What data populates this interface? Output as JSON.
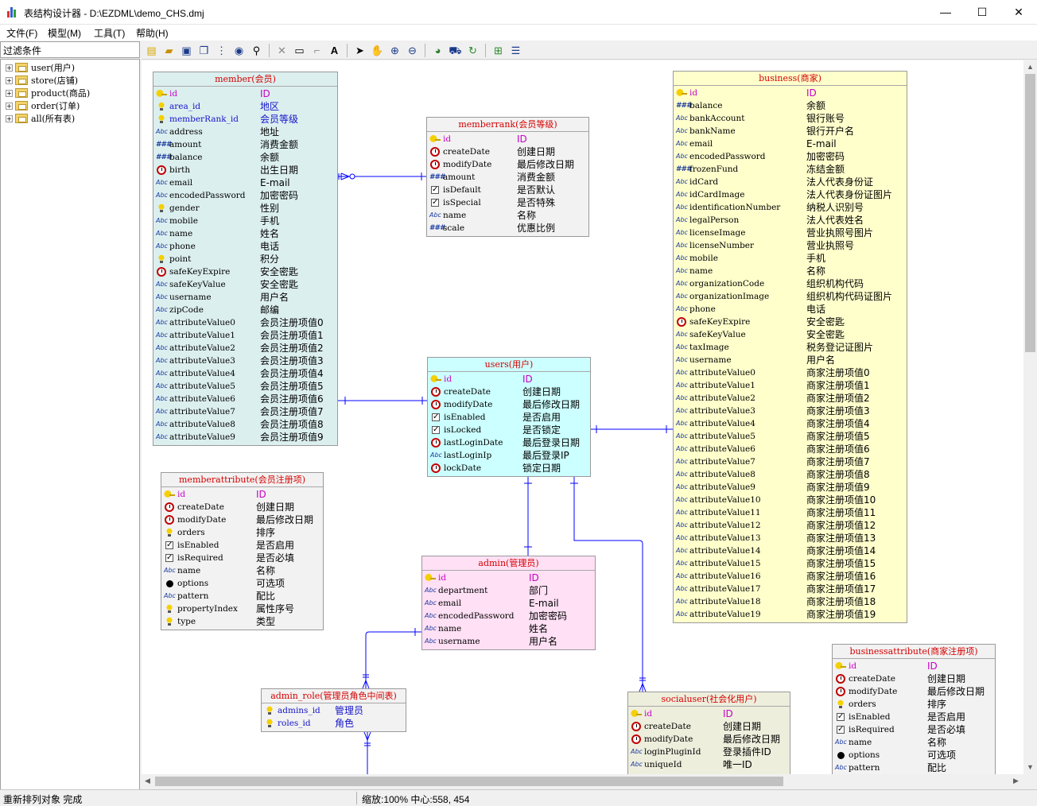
{
  "window": {
    "title": "表结构设计器 - D:\\EZDML\\demo_CHS.dmj"
  },
  "menu": [
    "文件(F)",
    "模型(M)",
    "工具(T)",
    "帮助(H)"
  ],
  "filter_label": "过滤条件",
  "tree": [
    "user(用户)",
    "store(店铺)",
    "product(商品)",
    "order(订单)",
    "all(所有表)"
  ],
  "status": {
    "left": "重新排列对象 完成",
    "right": "缩放:100% 中心:558, 454"
  },
  "colors": {
    "member": "#dcefef",
    "memberrank": "#f2f2f2",
    "users": "#ccffff",
    "business": "#ffffcc",
    "memberattribute": "#f2f2f2",
    "admin": "#ffe0f5",
    "admin_role": "#f2f2f2",
    "socialuser": "#eeeedd",
    "businessattribute": "#f2f2f2",
    "title_text": "#d40000",
    "pk_text": "#c800c8",
    "fk_text": "#1414c8",
    "link": "#0000ff"
  },
  "entities": {
    "member": {
      "title": "member(会员)",
      "fields": [
        {
          "n": "id",
          "c": "ID",
          "t": "pk"
        },
        {
          "n": "area_id",
          "c": "地区",
          "t": "fk"
        },
        {
          "n": "memberRank_id",
          "c": "会员等级",
          "t": "fk"
        },
        {
          "n": "address",
          "c": "地址",
          "t": "abc"
        },
        {
          "n": "amount",
          "c": "消费金额",
          "t": "num"
        },
        {
          "n": "balance",
          "c": "余额",
          "t": "num"
        },
        {
          "n": "birth",
          "c": "出生日期",
          "t": "date"
        },
        {
          "n": "email",
          "c": "E-mail",
          "t": "abc"
        },
        {
          "n": "encodedPassword",
          "c": "加密密码",
          "t": "abc"
        },
        {
          "n": "gender",
          "c": "性别",
          "t": "bulb"
        },
        {
          "n": "mobile",
          "c": "手机",
          "t": "abc"
        },
        {
          "n": "name",
          "c": "姓名",
          "t": "abc"
        },
        {
          "n": "phone",
          "c": "电话",
          "t": "abc"
        },
        {
          "n": "point",
          "c": "积分",
          "t": "bulb"
        },
        {
          "n": "safeKeyExpire",
          "c": "安全密匙",
          "t": "date"
        },
        {
          "n": "safeKeyValue",
          "c": "安全密匙",
          "t": "abc"
        },
        {
          "n": "username",
          "c": "用户名",
          "t": "abc"
        },
        {
          "n": "zipCode",
          "c": "邮编",
          "t": "abc"
        },
        {
          "n": "attributeValue0",
          "c": "会员注册项值0",
          "t": "abc"
        },
        {
          "n": "attributeValue1",
          "c": "会员注册项值1",
          "t": "abc"
        },
        {
          "n": "attributeValue2",
          "c": "会员注册项值2",
          "t": "abc"
        },
        {
          "n": "attributeValue3",
          "c": "会员注册项值3",
          "t": "abc"
        },
        {
          "n": "attributeValue4",
          "c": "会员注册项值4",
          "t": "abc"
        },
        {
          "n": "attributeValue5",
          "c": "会员注册项值5",
          "t": "abc"
        },
        {
          "n": "attributeValue6",
          "c": "会员注册项值6",
          "t": "abc"
        },
        {
          "n": "attributeValue7",
          "c": "会员注册项值7",
          "t": "abc"
        },
        {
          "n": "attributeValue8",
          "c": "会员注册项值8",
          "t": "abc"
        },
        {
          "n": "attributeValue9",
          "c": "会员注册项值9",
          "t": "abc"
        }
      ]
    },
    "memberrank": {
      "title": "memberrank(会员等级)",
      "fields": [
        {
          "n": "id",
          "c": "ID",
          "t": "pk"
        },
        {
          "n": "createDate",
          "c": "创建日期",
          "t": "date"
        },
        {
          "n": "modifyDate",
          "c": "最后修改日期",
          "t": "date"
        },
        {
          "n": "amount",
          "c": "消费金额",
          "t": "num"
        },
        {
          "n": "isDefault",
          "c": "是否默认",
          "t": "bool"
        },
        {
          "n": "isSpecial",
          "c": "是否特殊",
          "t": "bool"
        },
        {
          "n": "name",
          "c": "名称",
          "t": "abc"
        },
        {
          "n": "scale",
          "c": "优惠比例",
          "t": "num"
        }
      ]
    },
    "users": {
      "title": "users(用户)",
      "fields": [
        {
          "n": "id",
          "c": "ID",
          "t": "pk"
        },
        {
          "n": "createDate",
          "c": "创建日期",
          "t": "date"
        },
        {
          "n": "modifyDate",
          "c": "最后修改日期",
          "t": "date"
        },
        {
          "n": "isEnabled",
          "c": "是否启用",
          "t": "bool"
        },
        {
          "n": "isLocked",
          "c": "是否锁定",
          "t": "bool"
        },
        {
          "n": "lastLoginDate",
          "c": "最后登录日期",
          "t": "date"
        },
        {
          "n": "lastLoginIp",
          "c": "最后登录IP",
          "t": "abc"
        },
        {
          "n": "lockDate",
          "c": "锁定日期",
          "t": "date"
        }
      ]
    },
    "business": {
      "title": "business(商家)",
      "fields": [
        {
          "n": "id",
          "c": "ID",
          "t": "pk"
        },
        {
          "n": "balance",
          "c": "余额",
          "t": "num"
        },
        {
          "n": "bankAccount",
          "c": "银行账号",
          "t": "abc"
        },
        {
          "n": "bankName",
          "c": "银行开户名",
          "t": "abc"
        },
        {
          "n": "email",
          "c": "E-mail",
          "t": "abc"
        },
        {
          "n": "encodedPassword",
          "c": "加密密码",
          "t": "abc"
        },
        {
          "n": "frozenFund",
          "c": "冻结金额",
          "t": "num"
        },
        {
          "n": "idCard",
          "c": "法人代表身份证",
          "t": "abc"
        },
        {
          "n": "idCardImage",
          "c": "法人代表身份证图片",
          "t": "abc"
        },
        {
          "n": "identificationNumber",
          "c": "纳税人识别号",
          "t": "abc"
        },
        {
          "n": "legalPerson",
          "c": "法人代表姓名",
          "t": "abc"
        },
        {
          "n": "licenseImage",
          "c": "营业执照号图片",
          "t": "abc"
        },
        {
          "n": "licenseNumber",
          "c": "营业执照号",
          "t": "abc"
        },
        {
          "n": "mobile",
          "c": "手机",
          "t": "abc"
        },
        {
          "n": "name",
          "c": "名称",
          "t": "abc"
        },
        {
          "n": "organizationCode",
          "c": "组织机构代码",
          "t": "abc"
        },
        {
          "n": "organizationImage",
          "c": "组织机构代码证图片",
          "t": "abc"
        },
        {
          "n": "phone",
          "c": "电话",
          "t": "abc"
        },
        {
          "n": "safeKeyExpire",
          "c": "安全密匙",
          "t": "date"
        },
        {
          "n": "safeKeyValue",
          "c": "安全密匙",
          "t": "abc"
        },
        {
          "n": "taxImage",
          "c": "税务登记证图片",
          "t": "abc"
        },
        {
          "n": "username",
          "c": "用户名",
          "t": "abc"
        },
        {
          "n": "attributeValue0",
          "c": "商家注册项值0",
          "t": "abc"
        },
        {
          "n": "attributeValue1",
          "c": "商家注册项值1",
          "t": "abc"
        },
        {
          "n": "attributeValue2",
          "c": "商家注册项值2",
          "t": "abc"
        },
        {
          "n": "attributeValue3",
          "c": "商家注册项值3",
          "t": "abc"
        },
        {
          "n": "attributeValue4",
          "c": "商家注册项值4",
          "t": "abc"
        },
        {
          "n": "attributeValue5",
          "c": "商家注册项值5",
          "t": "abc"
        },
        {
          "n": "attributeValue6",
          "c": "商家注册项值6",
          "t": "abc"
        },
        {
          "n": "attributeValue7",
          "c": "商家注册项值7",
          "t": "abc"
        },
        {
          "n": "attributeValue8",
          "c": "商家注册项值8",
          "t": "abc"
        },
        {
          "n": "attributeValue9",
          "c": "商家注册项值9",
          "t": "abc"
        },
        {
          "n": "attributeValue10",
          "c": "商家注册项值10",
          "t": "abc"
        },
        {
          "n": "attributeValue11",
          "c": "商家注册项值11",
          "t": "abc"
        },
        {
          "n": "attributeValue12",
          "c": "商家注册项值12",
          "t": "abc"
        },
        {
          "n": "attributeValue13",
          "c": "商家注册项值13",
          "t": "abc"
        },
        {
          "n": "attributeValue14",
          "c": "商家注册项值14",
          "t": "abc"
        },
        {
          "n": "attributeValue15",
          "c": "商家注册项值15",
          "t": "abc"
        },
        {
          "n": "attributeValue16",
          "c": "商家注册项值16",
          "t": "abc"
        },
        {
          "n": "attributeValue17",
          "c": "商家注册项值17",
          "t": "abc"
        },
        {
          "n": "attributeValue18",
          "c": "商家注册项值18",
          "t": "abc"
        },
        {
          "n": "attributeValue19",
          "c": "商家注册项值19",
          "t": "abc"
        }
      ]
    },
    "memberattribute": {
      "title": "memberattribute(会员注册项)",
      "fields": [
        {
          "n": "id",
          "c": "ID",
          "t": "pk"
        },
        {
          "n": "createDate",
          "c": "创建日期",
          "t": "date"
        },
        {
          "n": "modifyDate",
          "c": "最后修改日期",
          "t": "date"
        },
        {
          "n": "orders",
          "c": "排序",
          "t": "bulb"
        },
        {
          "n": "isEnabled",
          "c": "是否启用",
          "t": "bool"
        },
        {
          "n": "isRequired",
          "c": "是否必填",
          "t": "bool"
        },
        {
          "n": "name",
          "c": "名称",
          "t": "abc"
        },
        {
          "n": "options",
          "c": "可选项",
          "t": "obj"
        },
        {
          "n": "pattern",
          "c": "配比",
          "t": "abc"
        },
        {
          "n": "propertyIndex",
          "c": "属性序号",
          "t": "bulb"
        },
        {
          "n": "type",
          "c": "类型",
          "t": "bulb"
        }
      ]
    },
    "admin": {
      "title": "admin(管理员)",
      "fields": [
        {
          "n": "id",
          "c": "ID",
          "t": "pk"
        },
        {
          "n": "department",
          "c": "部门",
          "t": "abc"
        },
        {
          "n": "email",
          "c": "E-mail",
          "t": "abc"
        },
        {
          "n": "encodedPassword",
          "c": "加密密码",
          "t": "abc"
        },
        {
          "n": "name",
          "c": "姓名",
          "t": "abc"
        },
        {
          "n": "username",
          "c": "用户名",
          "t": "abc"
        }
      ]
    },
    "admin_role": {
      "title": "admin_role(管理员角色中间表)",
      "fields": [
        {
          "n": "admins_id",
          "c": "管理员",
          "t": "fk"
        },
        {
          "n": "roles_id",
          "c": "角色",
          "t": "fk"
        }
      ]
    },
    "socialuser": {
      "title": "socialuser(社会化用户)",
      "fields": [
        {
          "n": "id",
          "c": "ID",
          "t": "pk"
        },
        {
          "n": "createDate",
          "c": "创建日期",
          "t": "date"
        },
        {
          "n": "modifyDate",
          "c": "最后修改日期",
          "t": "date"
        },
        {
          "n": "loginPluginId",
          "c": "登录插件ID",
          "t": "abc"
        },
        {
          "n": "uniqueId",
          "c": "唯一ID",
          "t": "abc"
        }
      ]
    },
    "businessattribute": {
      "title": "businessattribute(商家注册项)",
      "fields": [
        {
          "n": "id",
          "c": "ID",
          "t": "pk"
        },
        {
          "n": "createDate",
          "c": "创建日期",
          "t": "date"
        },
        {
          "n": "modifyDate",
          "c": "最后修改日期",
          "t": "date"
        },
        {
          "n": "orders",
          "c": "排序",
          "t": "bulb"
        },
        {
          "n": "isEnabled",
          "c": "是否启用",
          "t": "bool"
        },
        {
          "n": "isRequired",
          "c": "是否必填",
          "t": "bool"
        },
        {
          "n": "name",
          "c": "名称",
          "t": "abc"
        },
        {
          "n": "options",
          "c": "可选项",
          "t": "obj"
        },
        {
          "n": "pattern",
          "c": "配比",
          "t": "abc"
        }
      ]
    }
  }
}
